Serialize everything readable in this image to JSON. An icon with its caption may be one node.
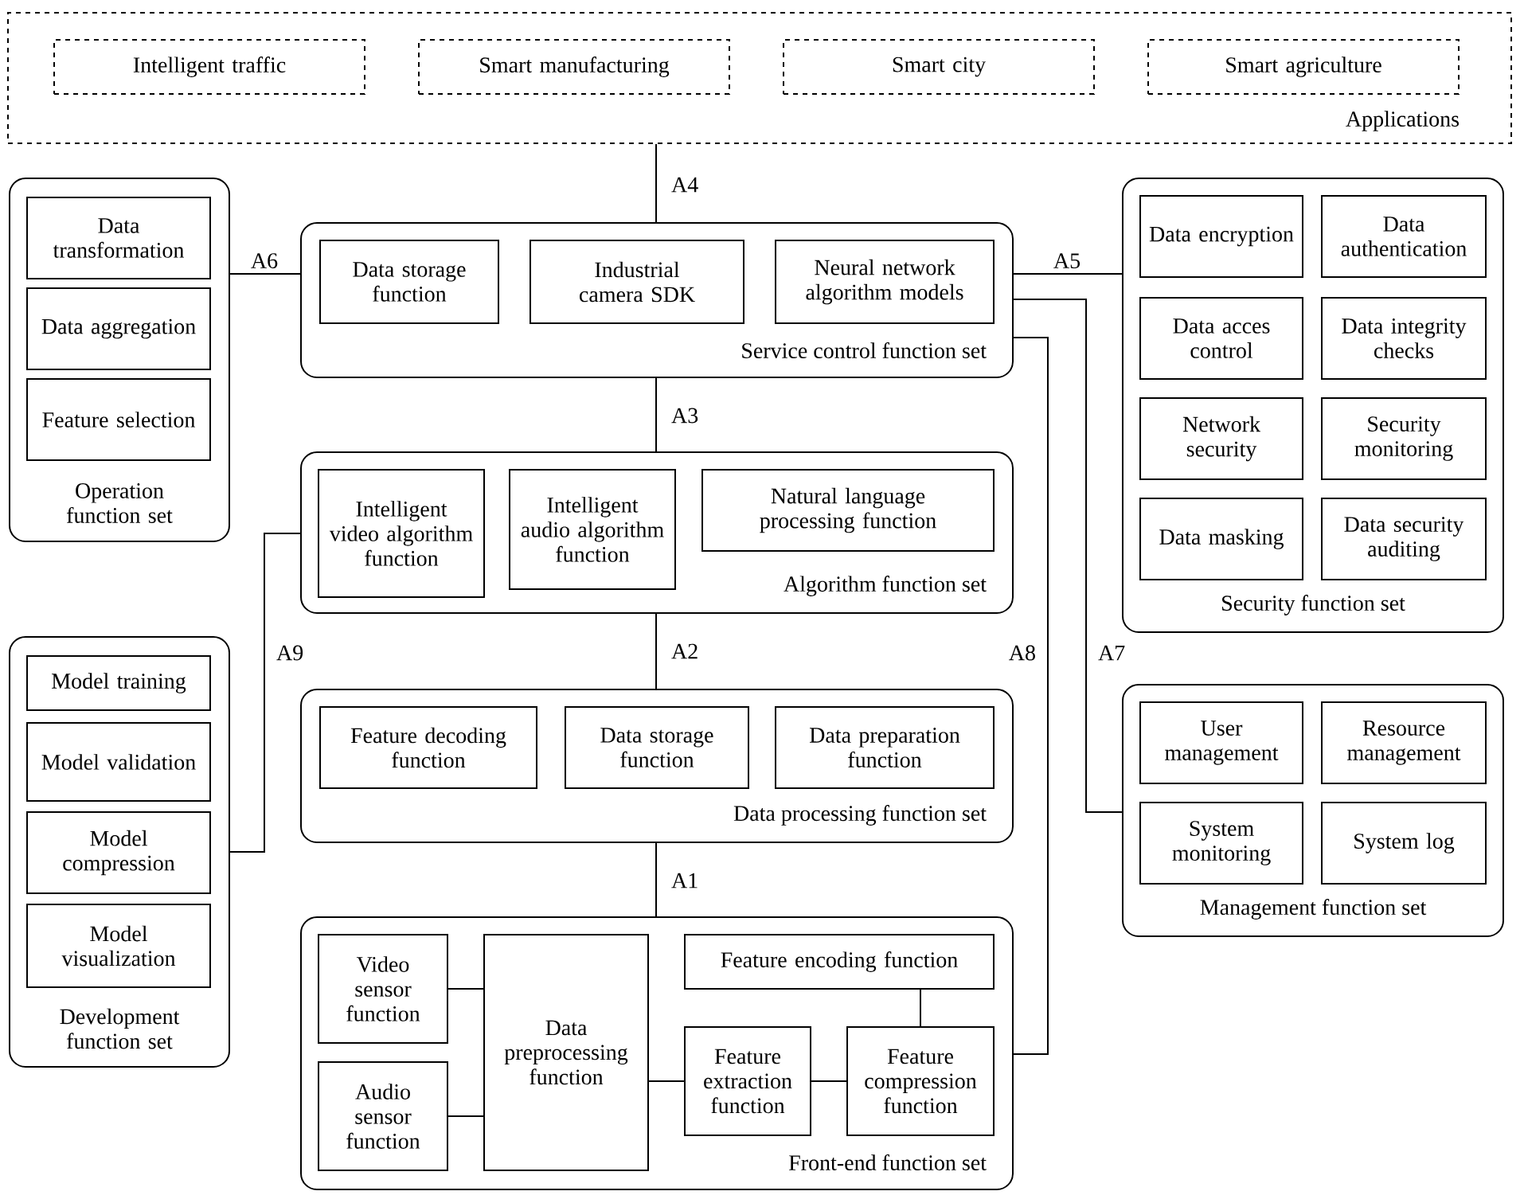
{
  "diagram": {
    "nodes": [
      {
        "text": [
          "Applications"
        ]
      },
      {
        "text": [
          "Intelligent traffic"
        ],
        "in": 0
      },
      {
        "text": [
          "Smart manufacturing"
        ],
        "in": 0
      },
      {
        "text": [
          "Smart city"
        ],
        "in": 0
      },
      {
        "text": [
          "Smart agriculture"
        ],
        "in": 0
      },
      {
        "text": [
          "Operation function set"
        ]
      },
      {
        "text": [
          "Data transformation"
        ],
        "in": 5
      },
      {
        "text": [
          "Data aggregation"
        ],
        "in": 5
      },
      {
        "text": [
          "Feature selection"
        ],
        "in": 5
      },
      {
        "text": [
          "Service control function set"
        ]
      },
      {
        "text": [
          "Data storage function"
        ],
        "in": 9
      },
      {
        "text": [
          "Industrial camera SDK"
        ],
        "in": 9
      },
      {
        "text": [
          "Neural network algorithm models"
        ],
        "in": 9
      },
      {
        "text": [
          "Security function set"
        ]
      },
      {
        "text": [
          "Data encryption"
        ],
        "in": 13
      },
      {
        "text": [
          "Data authentication"
        ],
        "in": 13
      },
      {
        "text": [
          "Data acces control"
        ],
        "in": 13
      },
      {
        "text": [
          "Data integrity checks"
        ],
        "in": 13
      },
      {
        "text": [
          "Network security"
        ],
        "in": 13
      },
      {
        "text": [
          "Security monitoring"
        ],
        "in": 13
      },
      {
        "text": [
          "Data masking"
        ],
        "in": 13
      },
      {
        "text": [
          "Data security auditing"
        ],
        "in": 13
      },
      {
        "text": [
          "Algorithm function set"
        ]
      },
      {
        "text": [
          "Intelligent video algorithm function"
        ],
        "in": 22
      },
      {
        "text": [
          "Intelligent audio algorithm function"
        ],
        "in": 22
      },
      {
        "text": [
          "Natural language processing function"
        ],
        "in": 22
      },
      {
        "text": [
          "Development function set"
        ]
      },
      {
        "text": [
          "Model training"
        ],
        "in": 26
      },
      {
        "text": [
          "Model validation"
        ],
        "in": 26
      },
      {
        "text": [
          "Model compression"
        ],
        "in": 26
      },
      {
        "text": [
          "Model visualization"
        ],
        "in": 26
      },
      {
        "text": [
          "Data processing function set"
        ]
      },
      {
        "text": [
          "Feature decoding function"
        ],
        "in": 31
      },
      {
        "text": [
          "Data storage function"
        ],
        "in": 31
      },
      {
        "text": [
          "Data preparation function"
        ],
        "in": 31
      },
      {
        "text": [
          "Management function set"
        ]
      },
      {
        "text": [
          "User management"
        ],
        "in": 35
      },
      {
        "text": [
          "Resource management"
        ],
        "in": 35
      },
      {
        "text": [
          "System monitoring"
        ],
        "in": 35
      },
      {
        "text": [
          "System log"
        ],
        "in": 35
      },
      {
        "text": [
          "Front-end function set"
        ]
      },
      {
        "text": [
          "Video sensor function"
        ],
        "in": 40
      },
      {
        "text": [
          "Audio sensor function"
        ],
        "in": 40
      },
      {
        "text": [
          "Data preprocessing function"
        ],
        "in": 40
      },
      {
        "text": [
          "Feature encoding function"
        ],
        "in": 40
      },
      {
        "text": [
          "Feature extraction function"
        ],
        "in": 40
      },
      {
        "text": [
          "Feature compression function"
        ],
        "in": 40
      }
    ],
    "edges": [
      {
        "from": 0,
        "to": 9,
        "arrow": "none",
        "label": "A4"
      },
      {
        "from": 5,
        "to": 9,
        "arrow": "none",
        "label": "A6"
      },
      {
        "from": 9,
        "to": 13,
        "arrow": "none",
        "label": "A5"
      },
      {
        "from": 9,
        "to": 35,
        "arrow": "none",
        "label": "A7"
      },
      {
        "from": 9,
        "to": 40,
        "arrow": "none",
        "label": "A8"
      },
      {
        "from": 9,
        "to": 22,
        "arrow": "none",
        "label": "A3"
      },
      {
        "from": 22,
        "to": 31,
        "arrow": "none",
        "label": "A2"
      },
      {
        "from": 31,
        "to": 40,
        "arrow": "none",
        "label": "A1"
      },
      {
        "from": 22,
        "to": 26,
        "arrow": "none",
        "label": "A9"
      },
      {
        "from": 41,
        "to": 43,
        "arrow": "none"
      },
      {
        "from": 42,
        "to": 43,
        "arrow": "none"
      },
      {
        "from": 43,
        "to": 45,
        "arrow": "none"
      },
      {
        "from": 45,
        "to": 46,
        "arrow": "none"
      },
      {
        "from": 44,
        "to": 46,
        "arrow": "none"
      }
    ]
  }
}
